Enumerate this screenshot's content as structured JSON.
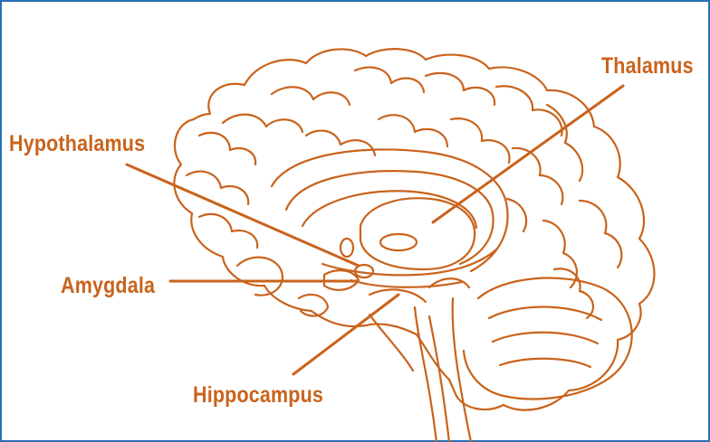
{
  "colors": {
    "frame_border": "#2a6fb6",
    "drawing": "#c9631c",
    "background": "#ffffff"
  },
  "labels": {
    "thalamus": "Thalamus",
    "hypothalamus": "Hypothalamus",
    "amygdala": "Amygdala",
    "hippocampus": "Hippocampus"
  }
}
